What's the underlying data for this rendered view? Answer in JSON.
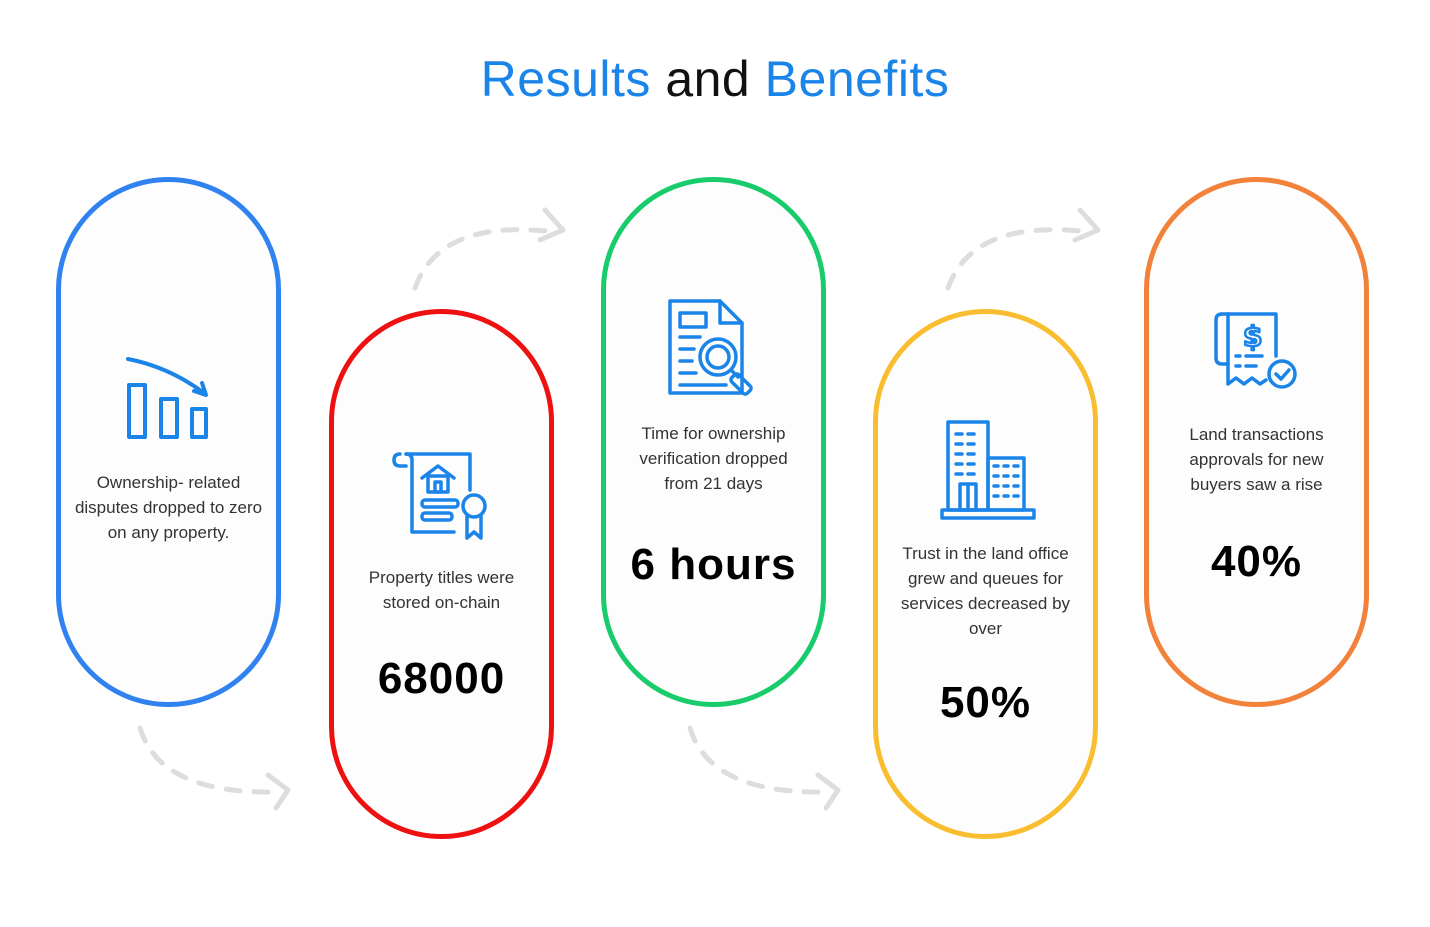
{
  "title": {
    "part1": "Results",
    "part2": "and",
    "part3": "Benefits"
  },
  "colors": {
    "accent": "#1a84e8",
    "icon": "#1a84e8",
    "card1": "#2f82f0",
    "card2": "#ee1111",
    "card3": "#18cc6c",
    "card4": "#f8be30",
    "card5": "#f2823a",
    "connector": "#dddddd"
  },
  "cards": [
    {
      "icon": "chart-decrease-icon",
      "description": "Ownership- related disputes dropped to zero on any property.",
      "stat": ""
    },
    {
      "icon": "property-certificate-icon",
      "description": "Property titles were stored on-chain",
      "stat": "68000"
    },
    {
      "icon": "document-search-icon",
      "description": "Time for ownership verification dropped from 21 days",
      "stat": "6 hours"
    },
    {
      "icon": "office-buildings-icon",
      "description": "Trust in the land office grew and queues for services decreased by over",
      "stat": "50%"
    },
    {
      "icon": "receipt-check-icon",
      "description": "Land transactions approvals for new buyers saw a rise",
      "stat": "40%"
    }
  ]
}
